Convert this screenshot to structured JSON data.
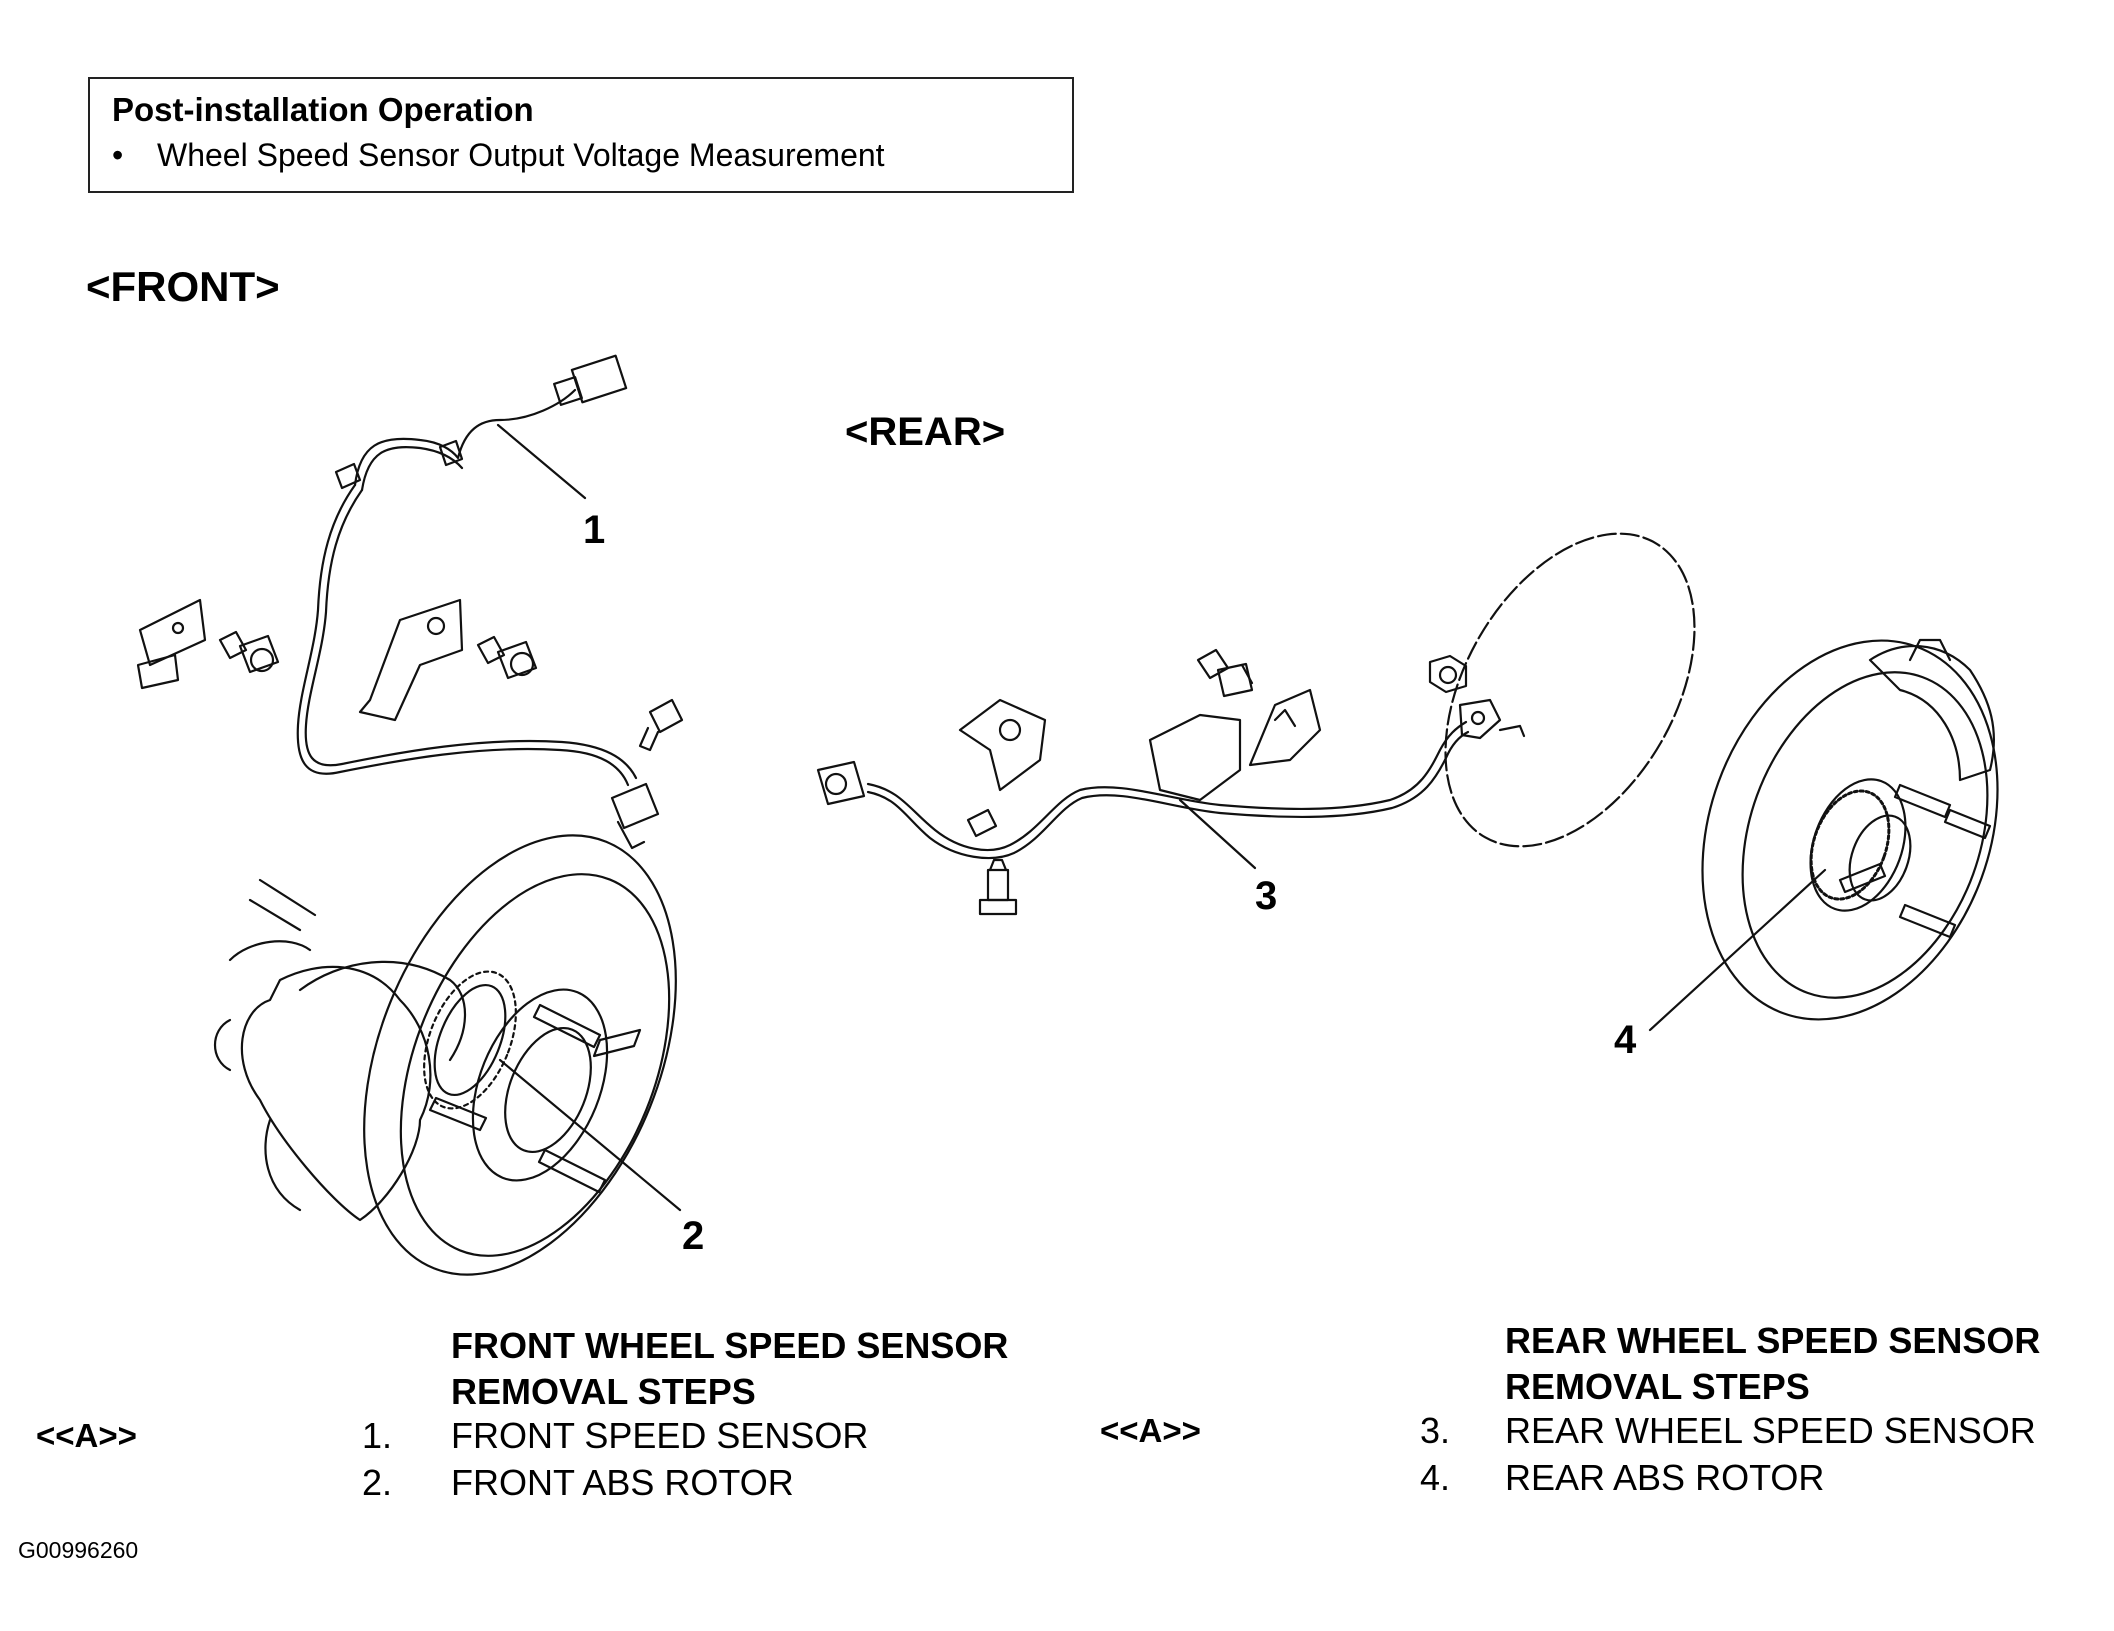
{
  "post_install": {
    "title": "Post-installation Operation",
    "items": [
      "Wheel Speed Sensor Output Voltage Measurement"
    ]
  },
  "headings": {
    "front": "<FRONT>",
    "rear": "<REAR>"
  },
  "callouts": [
    "1",
    "2",
    "3",
    "4"
  ],
  "front_steps": {
    "title_line1": "FRONT WHEEL SPEED SENSOR",
    "title_line2": "REMOVAL STEPS",
    "ref": "<<A>>",
    "steps": [
      {
        "num": "1.",
        "label": "FRONT SPEED SENSOR"
      },
      {
        "num": "2.",
        "label": "FRONT ABS ROTOR"
      }
    ]
  },
  "rear_steps": {
    "title_line1": "REAR WHEEL SPEED SENSOR",
    "title_line2": "REMOVAL STEPS",
    "ref": "<<A>>",
    "steps": [
      {
        "num": "3.",
        "label": "REAR WHEEL SPEED SENSOR"
      },
      {
        "num": "4.",
        "label": "REAR ABS ROTOR"
      }
    ]
  },
  "figure_code": "G00996260"
}
